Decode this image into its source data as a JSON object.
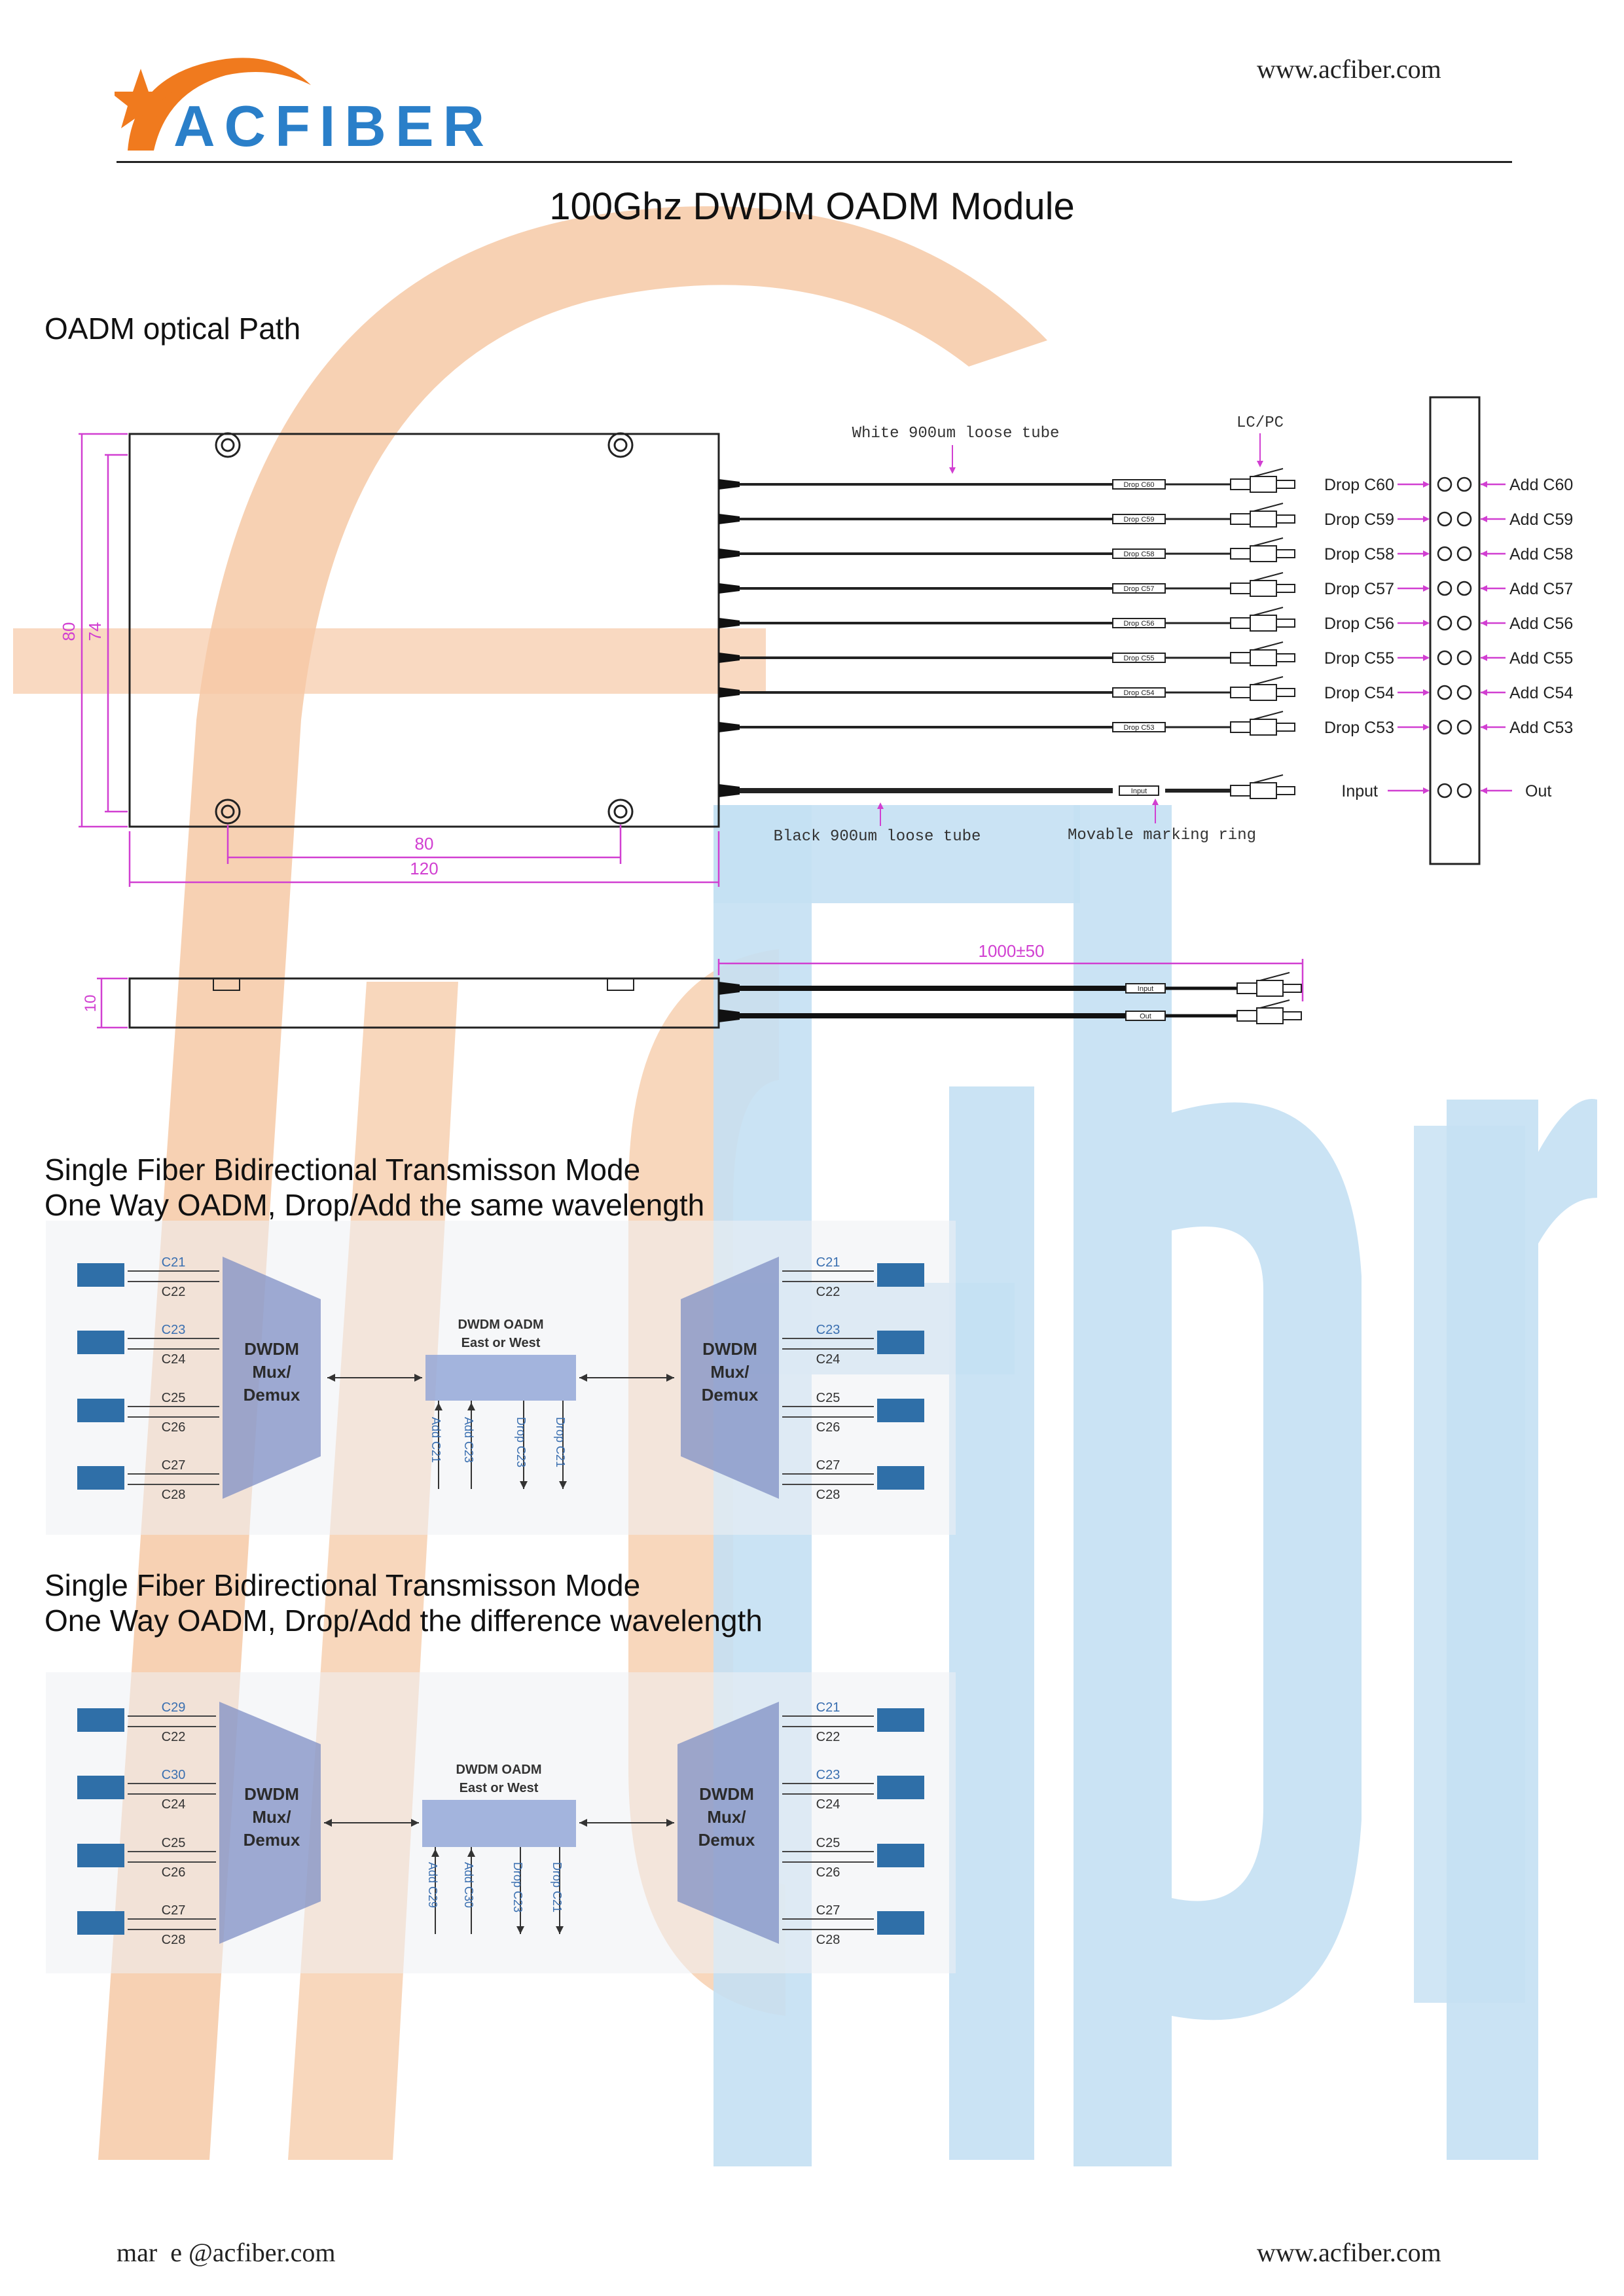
{
  "header": {
    "logo_text": "ACFIBER",
    "website": "www.acfiber.com"
  },
  "title": "100Ghz DWDM OADM Module",
  "section1": {
    "heading": "OADM optical Path",
    "label_white_tube": "White 900um loose tube",
    "label_lcpc": "LC/PC",
    "label_black_tube": "Black 900um loose tube",
    "label_marking_ring": "Movable marking ring",
    "dim_height_outer": "80",
    "dim_height_inner": "74",
    "dim_hole_spacing": "80",
    "dim_width": "120",
    "dim_thickness": "10",
    "dim_fiber_length": "1000±50",
    "drops": [
      "Drop C60",
      "Drop C59",
      "Drop C58",
      "Drop C57",
      "Drop C56",
      "Drop C55",
      "Drop C54",
      "Drop C53"
    ],
    "adds": [
      "Add C60",
      "Add C59",
      "Add C58",
      "Add C57",
      "Add C56",
      "Add C55",
      "Add C54",
      "Add C53"
    ],
    "tags": [
      "Drop C60",
      "Drop C59",
      "Drop C58",
      "Drop C57",
      "Drop C56",
      "Drop C55",
      "Drop C54",
      "Drop C53"
    ],
    "input_label": "Input",
    "out_label": "Out",
    "tag_input": "Input",
    "tag_out": "Out"
  },
  "section2": {
    "heading_line1": "Single Fiber Bidirectional Transmisson Mode",
    "heading_line2": "One Way OADM, Drop/Add the same wavelength",
    "left_channels": [
      "C21",
      "C22",
      "C23",
      "C24",
      "C25",
      "C26",
      "C27",
      "C28"
    ],
    "right_channels": [
      "C21",
      "C22",
      "C23",
      "C24",
      "C25",
      "C26",
      "C27",
      "C28"
    ],
    "mux_label_1": "DWDM",
    "mux_label_2": "Mux/",
    "mux_label_3": "Demux",
    "oadm_label_1": "DWDM OADM",
    "oadm_label_2": "East or West",
    "ports": [
      "Add C21",
      "Add C23",
      "Drop C23",
      "Drop C21"
    ]
  },
  "section3": {
    "heading_line1": "Single Fiber Bidirectional Transmisson Mode",
    "heading_line2": "One Way OADM, Drop/Add the difference wavelength",
    "left_channels": [
      "C29",
      "C22",
      "C30",
      "C24",
      "C25",
      "C26",
      "C27",
      "C28"
    ],
    "right_channels": [
      "C21",
      "C22",
      "C23",
      "C24",
      "C25",
      "C26",
      "C27",
      "C28"
    ],
    "mux_label_1": "DWDM",
    "mux_label_2": "Mux/",
    "mux_label_3": "Demux",
    "oadm_label_1": "DWDM OADM",
    "oadm_label_2": "East or West",
    "ports": [
      "Add C29",
      "Add C30",
      "Drop C23",
      "Drop C21"
    ]
  },
  "footer": {
    "email": "mar  e @acfiber.com",
    "website": "www.acfiber.com"
  },
  "colors": {
    "brand_blue": "#2a7fc9",
    "brand_orange": "#f07a1e",
    "dimension_magenta": "#d13fd1",
    "watermark_orange": "#f6c9a6",
    "watermark_blue": "#c4e0f3"
  }
}
